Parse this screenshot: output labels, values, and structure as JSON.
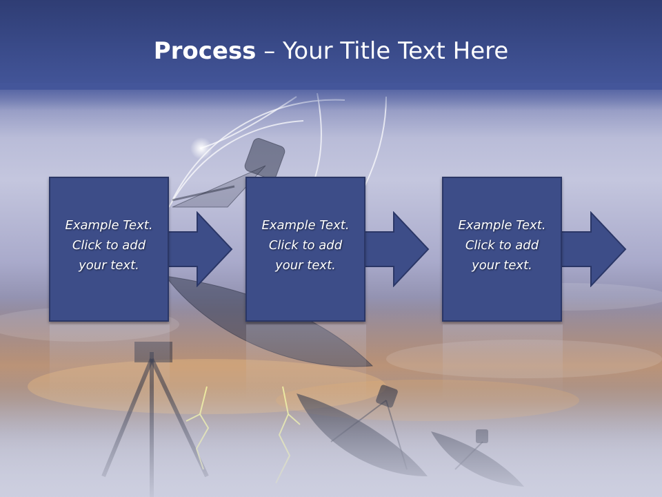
{
  "slide": {
    "title_bold": "Process",
    "title_rest": " – Your Title Text Here",
    "steps": [
      {
        "text": "Example Text.\nClick  to add\nyour text."
      },
      {
        "text": "Example Text.\nClick  to add\nyour text."
      },
      {
        "text": "Example Text.\nClick  to add\nyour text."
      }
    ]
  },
  "colors": {
    "title_band": "#3a4b8a",
    "box_fill": "#3d4d88",
    "box_border": "#2a3666",
    "text": "#ffffff"
  }
}
